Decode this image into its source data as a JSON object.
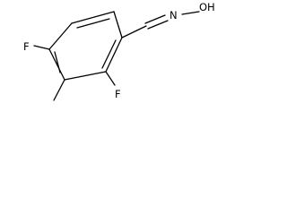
{
  "molecule": {
    "atoms": {
      "f_left": "F",
      "f_bottom": "F",
      "n_oxime": "N",
      "oh": "OH"
    },
    "colors": {
      "bond": "#000000",
      "label": "#000000",
      "background": "#ffffff"
    }
  }
}
